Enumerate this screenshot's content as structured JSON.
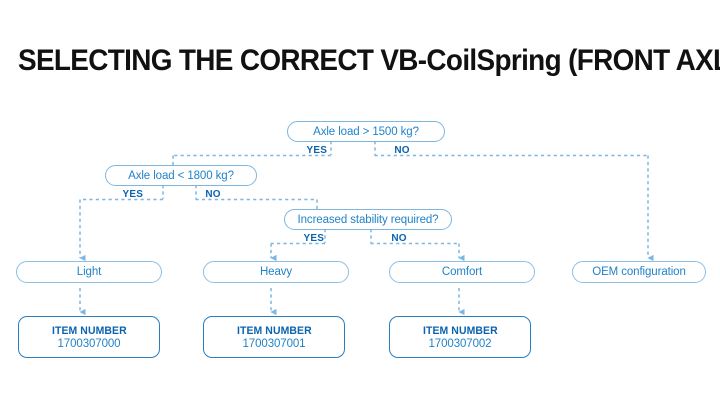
{
  "page": {
    "title": "SELECTING THE CORRECT VB-CoilSpring (FRONT AXLE)",
    "background_color": "#ffffff",
    "title_color": "#111111",
    "accent_color": "#2183c8",
    "line_color": "#7fb6e0",
    "label_color": "#0b63b0"
  },
  "flow": {
    "decisions": [
      {
        "id": "axle-load-1500",
        "text": "Axle load > 1500 kg?",
        "yes_label": "YES",
        "no_label": "NO"
      },
      {
        "id": "axle-load-1800",
        "text": "Axle load < 1800 kg?",
        "yes_label": "YES",
        "no_label": "NO"
      },
      {
        "id": "increased-stability",
        "text": "Increased stability required?",
        "yes_label": "YES",
        "no_label": "NO"
      }
    ],
    "results": [
      {
        "id": "light",
        "text": "Light"
      },
      {
        "id": "heavy",
        "text": "Heavy"
      },
      {
        "id": "comfort",
        "text": "Comfort"
      },
      {
        "id": "oem",
        "text": "OEM configuration"
      }
    ],
    "item_numbers": [
      {
        "id": "item-light",
        "heading": "ITEM NUMBER",
        "number": "1700307000"
      },
      {
        "id": "item-heavy",
        "heading": "ITEM NUMBER",
        "number": "1700307001"
      },
      {
        "id": "item-comfort",
        "heading": "ITEM NUMBER",
        "number": "1700307002"
      }
    ]
  }
}
